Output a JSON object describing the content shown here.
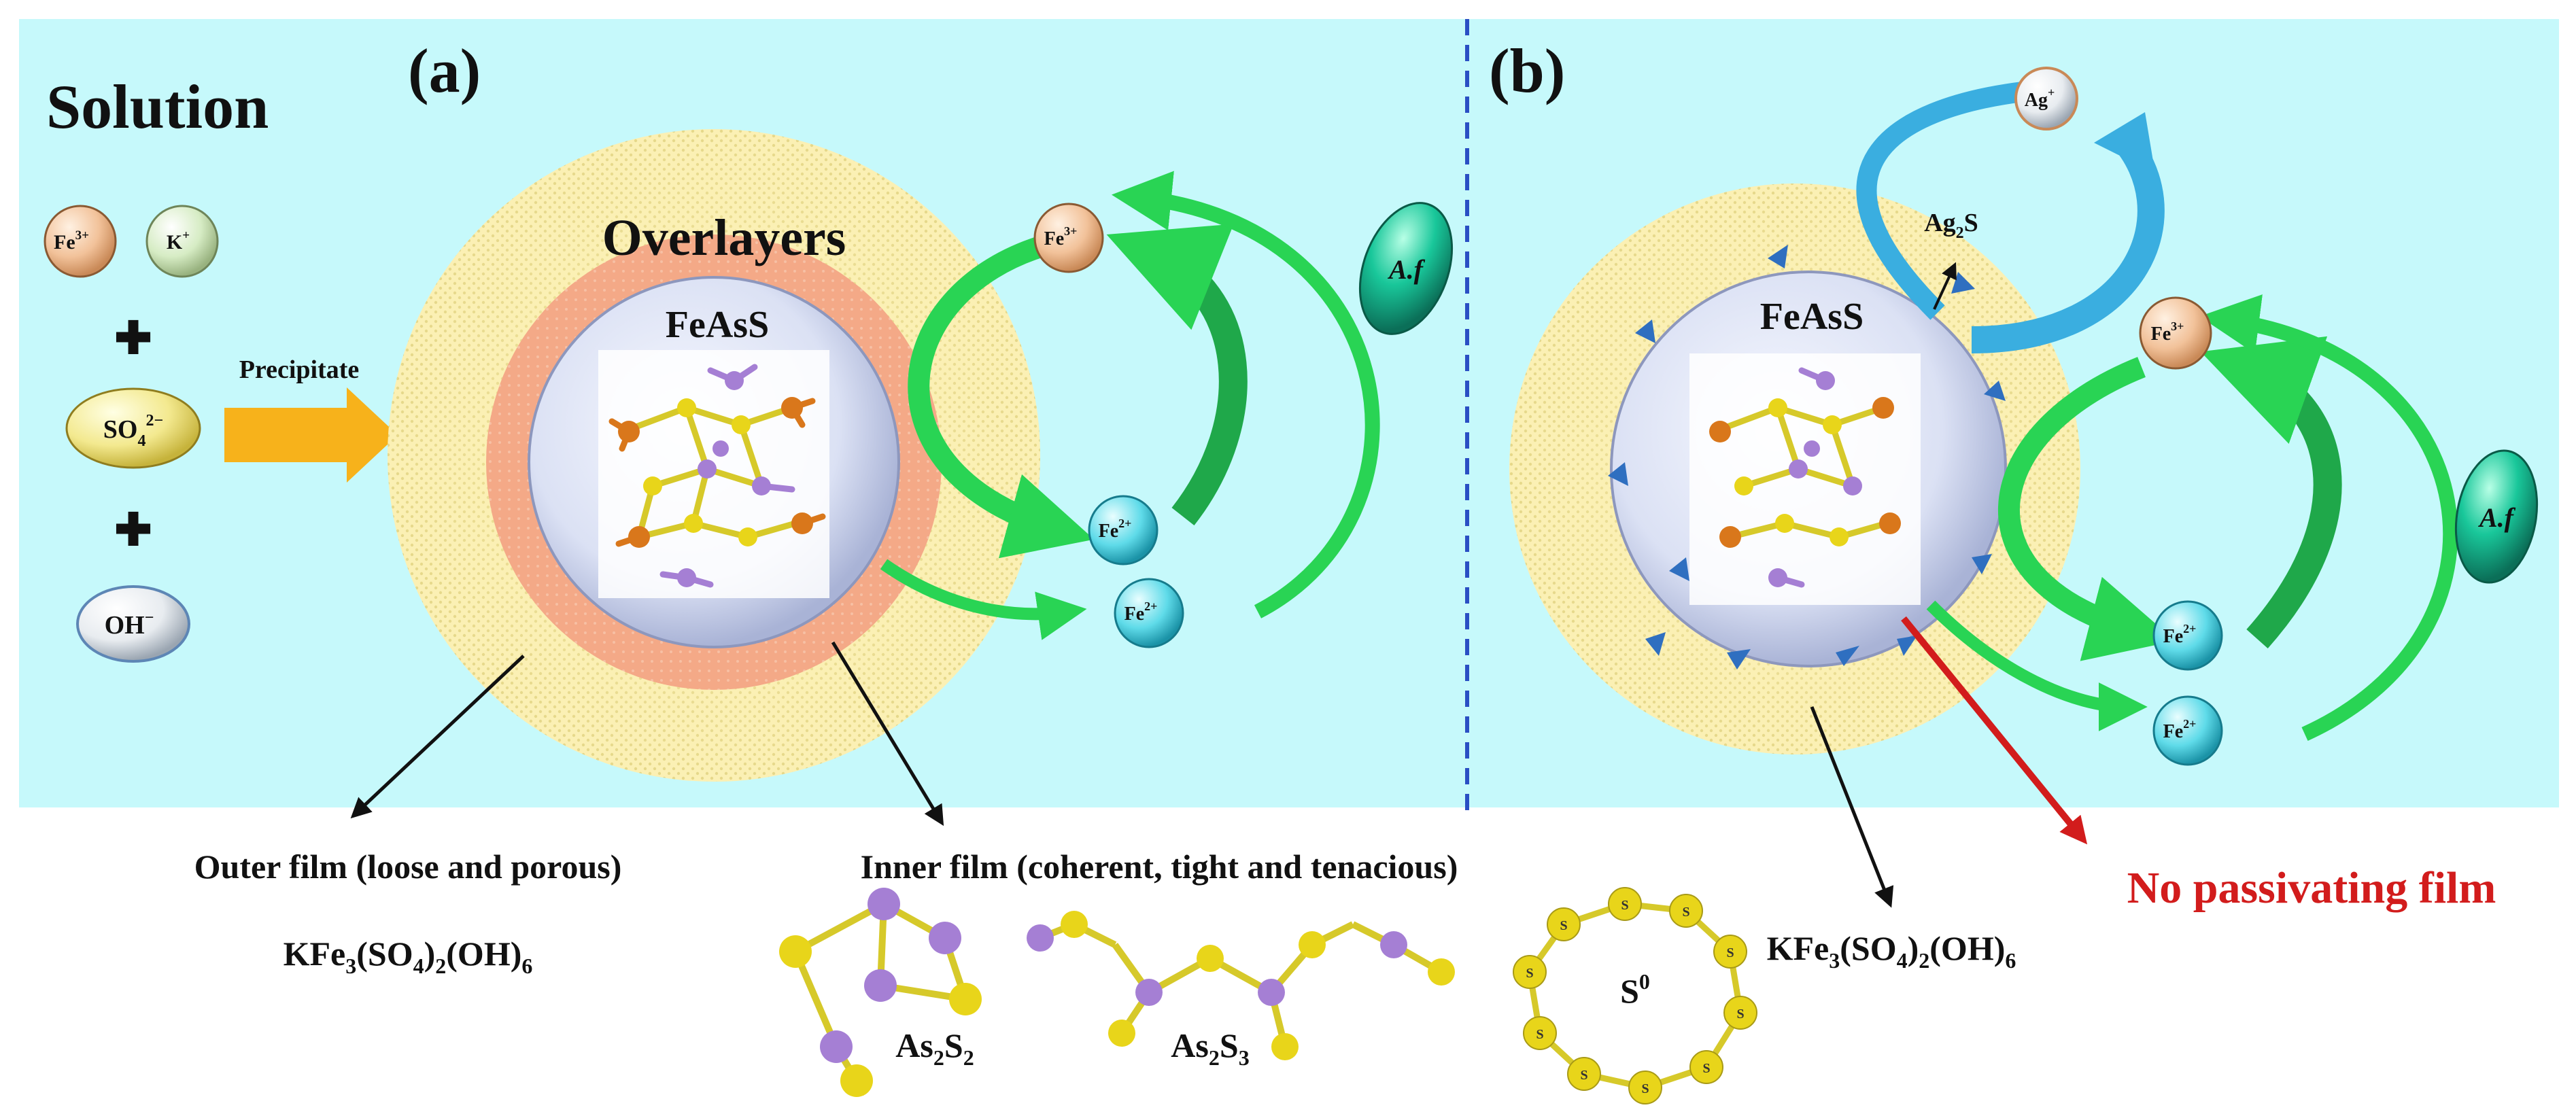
{
  "colors": {
    "solution_bg": "#c6f9fb",
    "outer_film": "#fbf0b4",
    "inner_film": "#f4a987",
    "mineral_core": "#dfe4f3",
    "green_arrow": "#29d454",
    "blue_arrow": "#3aaee0",
    "precipitate_arrow": "#f7b21b",
    "red_arrow": "#d21c1c",
    "divider": "#2a4fc4",
    "sulfur_atom": "#e8d51a",
    "arsenic_atom": "#a57fd4",
    "iron_atom": "#d9771b"
  },
  "panel_a": {
    "label": "(a)",
    "solution_label": "Solution",
    "ions": {
      "fe3": {
        "base": "Fe",
        "sup": "3+"
      },
      "k": {
        "base": "K",
        "sup": "+"
      },
      "so4": {
        "base": "SO",
        "sub": "4",
        "sup": "2−"
      },
      "oh": {
        "base": "OH",
        "sup": "−"
      }
    },
    "plus_sign": "✚",
    "precipitate_label": "Precipitate",
    "overlayers_label": "Overlayers",
    "mineral_label": "FeAsS",
    "cycle_fe3": {
      "base": "Fe",
      "sup": "3+"
    },
    "cycle_fe2_upper": {
      "base": "Fe",
      "sup": "2+"
    },
    "cycle_fe2_lower": {
      "base": "Fe",
      "sup": "2+"
    },
    "bacteria_label": "A.f",
    "outer_film_caption": "Outer film (loose and porous)",
    "outer_film_formula": {
      "p1": "KFe",
      "s1": "3",
      "p2": "(SO",
      "s2": "4",
      "p3": ")",
      "s3": "2",
      "p4": "(OH)",
      "s4": "6"
    },
    "inner_film_caption": "Inner film (coherent, tight and tenacious)",
    "as2s2": {
      "p1": "As",
      "s1": "2",
      "p2": "S",
      "s2": "2"
    },
    "as2s3": {
      "p1": "As",
      "s1": "2",
      "p2": "S",
      "s2": "3"
    },
    "s0": {
      "base": "S",
      "sup": "0"
    },
    "atom_label_s": "S"
  },
  "panel_b": {
    "label": "(b)",
    "mineral_label": "FeAsS",
    "ag_ion": {
      "base": "Ag",
      "sup": "+"
    },
    "ag2s": {
      "p1": "Ag",
      "s1": "2",
      "p2": "S"
    },
    "cycle_fe3": {
      "base": "Fe",
      "sup": "3+"
    },
    "cycle_fe2_upper": {
      "base": "Fe",
      "sup": "2+"
    },
    "cycle_fe2_lower": {
      "base": "Fe",
      "sup": "2+"
    },
    "bacteria_label": "A.f",
    "film_formula": {
      "p1": "KFe",
      "s1": "3",
      "p2": "(SO",
      "s2": "4",
      "p3": ")",
      "s3": "2",
      "p4": "(OH)",
      "s4": "6"
    },
    "no_film_label": "No passivating film"
  }
}
